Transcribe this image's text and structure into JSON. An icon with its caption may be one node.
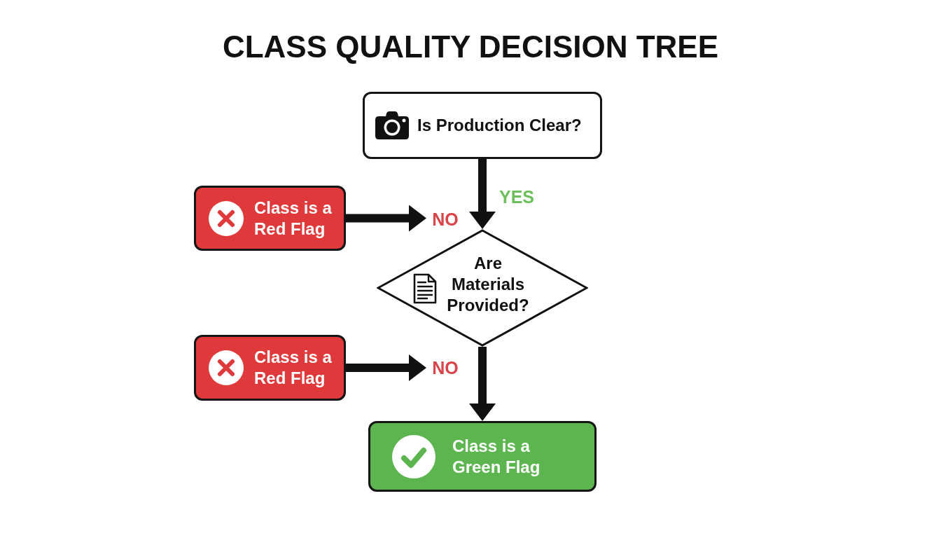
{
  "diagram": {
    "title": "CLASS QUALITY DECISION TREE",
    "nodes": [
      {
        "text": [
          "Is Production Clear?"
        ]
      },
      {
        "text": [
          "Class is a Red Flag"
        ]
      },
      {
        "text": [
          "NO"
        ]
      },
      {
        "text": [
          "Are Materials Provided?"
        ]
      },
      {
        "text": [
          "Class is a Red Flag"
        ]
      },
      {
        "text": [
          "NO"
        ]
      },
      {
        "text": [
          "Class is a Green Flag"
        ]
      }
    ],
    "edges": [
      {
        "from": 0,
        "to": 3,
        "arrow": "to",
        "label": "YES"
      },
      {
        "from": 1,
        "to": 2,
        "arrow": "to"
      },
      {
        "from": 3,
        "to": 6,
        "arrow": "to"
      },
      {
        "from": 4,
        "to": 5,
        "arrow": "to"
      }
    ]
  }
}
